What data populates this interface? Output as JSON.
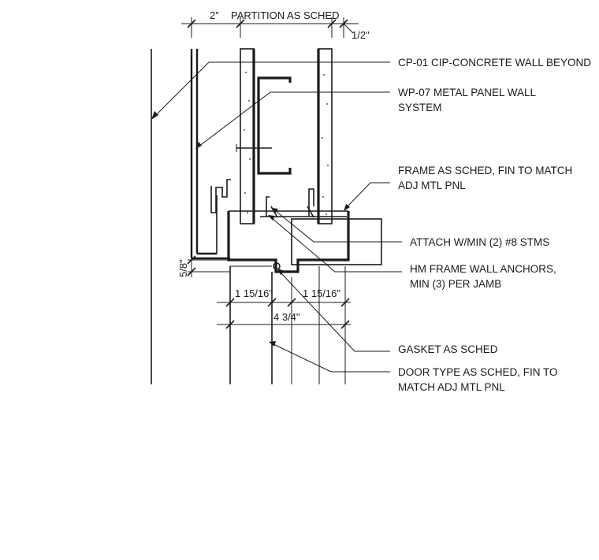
{
  "dimensions": {
    "top_gap": "2\"",
    "partition": "PARTITION AS SCHED",
    "half_inch": "1/2\"",
    "five_eighths": "5/8\"",
    "left_1_15_16": "1 15/16\"",
    "right_1_15_16": "1 15/16\"",
    "overall": "4 3/4\""
  },
  "callouts": [
    {
      "id": "cp01",
      "lines": [
        "CP-01 CIP-CONCRETE WALL BEYOND"
      ]
    },
    {
      "id": "wp07",
      "lines": [
        "WP-07 METAL PANEL WALL",
        "SYSTEM"
      ]
    },
    {
      "id": "frame",
      "lines": [
        "FRAME AS SCHED, FIN TO MATCH",
        "ADJ MTL PNL"
      ]
    },
    {
      "id": "attach",
      "lines": [
        "ATTACH W/MIN (2) #8 STMS"
      ]
    },
    {
      "id": "anchors",
      "lines": [
        "HM FRAME WALL ANCHORS,",
        "MIN (3) PER JAMB"
      ]
    },
    {
      "id": "gasket",
      "lines": [
        "GASKET AS SCHED"
      ]
    },
    {
      "id": "door",
      "lines": [
        "DOOR TYPE AS SCHED, FIN TO",
        "MATCH ADJ MTL PNL"
      ]
    }
  ]
}
